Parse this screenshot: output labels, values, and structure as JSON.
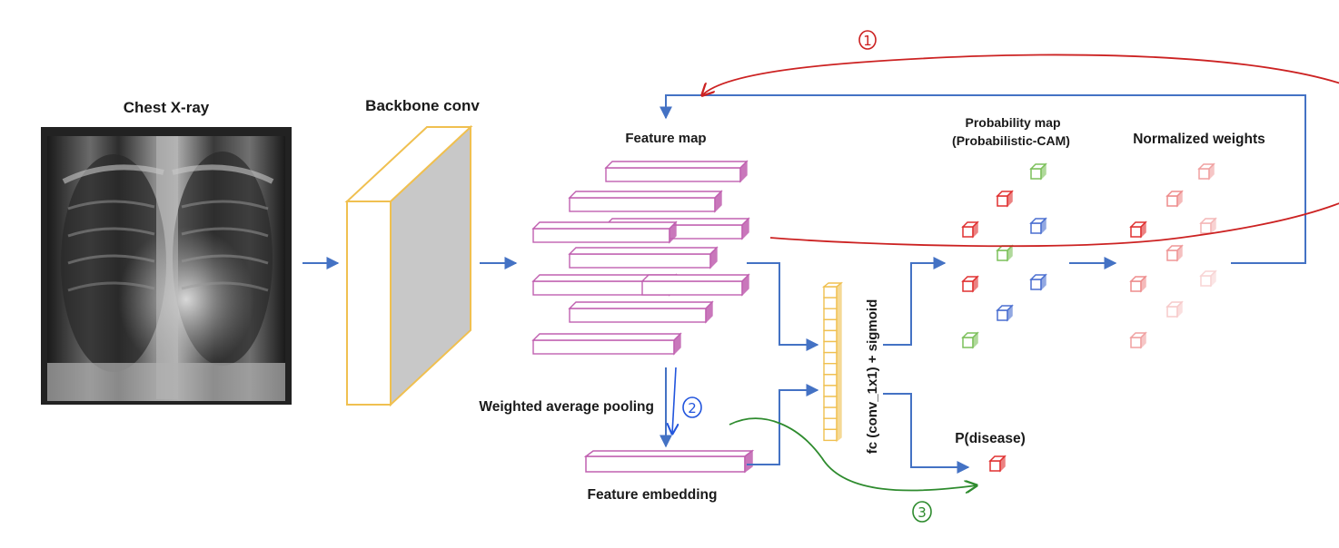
{
  "labels": {
    "chest_xray": "Chest X-ray",
    "backbone": "Backbone conv",
    "feature_map": "Feature map",
    "prob_map_line1": "Probability map",
    "prob_map_line2": "(Probabilistic-CAM)",
    "normalized_weights": "Normalized weights",
    "pooling": "Weighted average pooling",
    "embedding": "Feature embedding",
    "fc": "fc (conv_1x1) + sigmoid",
    "p_disease": "P(disease)"
  },
  "annotations": {
    "step1": "1",
    "step2": "2",
    "step3": "3"
  },
  "colors": {
    "arrow_blue": "#4472c4",
    "annotation_red": "#cc2222",
    "annotation_green": "#2e8b2e",
    "annotation_blue": "#2255dd",
    "feature_magenta": "#c060b0",
    "backbone_yellow": "#f0c050",
    "cube_red": "#e03030",
    "cube_green": "#7cc05a",
    "cube_blue": "#4a6fd0"
  }
}
